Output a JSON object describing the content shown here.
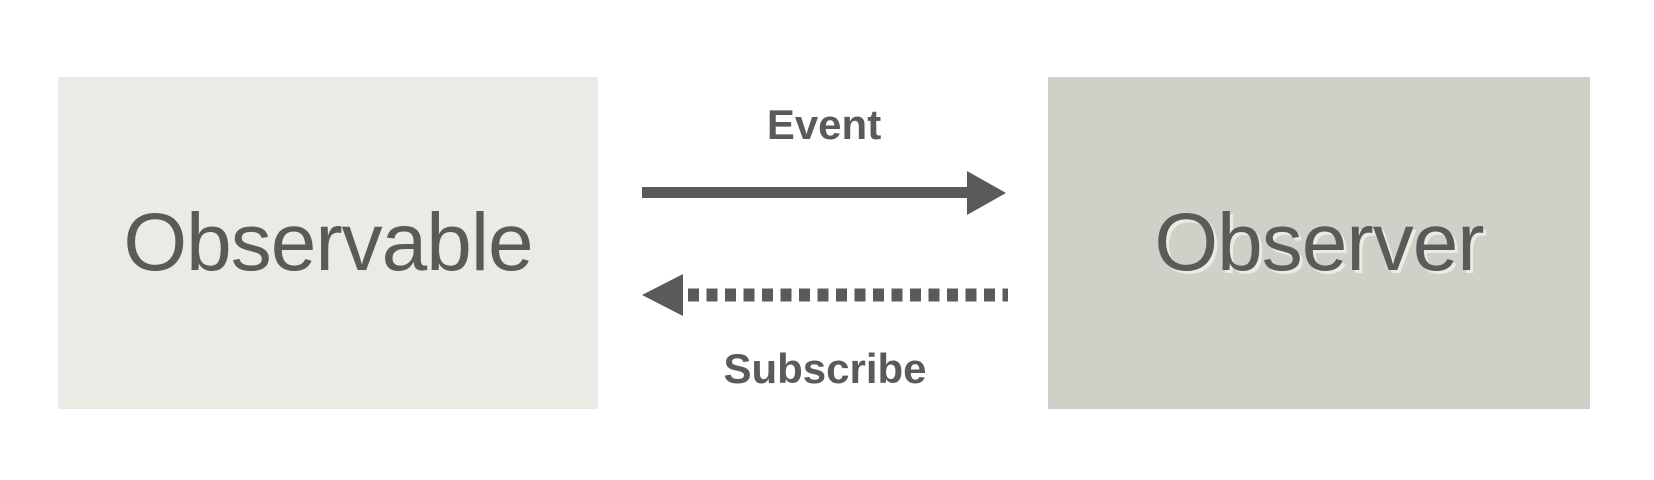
{
  "nodes": [
    {
      "id": "observable",
      "label": "Observable"
    },
    {
      "id": "observer",
      "label": "Observer"
    }
  ],
  "edges": [
    {
      "id": "event",
      "label": "Event",
      "from": "observable",
      "to": "observer",
      "style": "solid",
      "direction": "right"
    },
    {
      "id": "subscribe",
      "label": "Subscribe",
      "from": "observer",
      "to": "observable",
      "style": "dotted",
      "direction": "left"
    }
  ],
  "colors": {
    "background": "#ffffff",
    "observable_box_bg": "#eceae4",
    "observer_box_bg": "#cdd1c8",
    "observer_text_shadow": "#ecebe3",
    "arrow": "#595b58",
    "text": "#595b58"
  }
}
